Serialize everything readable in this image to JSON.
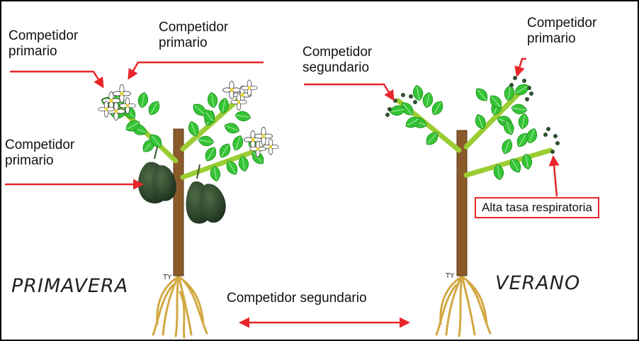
{
  "labels": {
    "left_primary_top": [
      "Competidor",
      "primario"
    ],
    "left_primary_top2": [
      "Competidor",
      "primario"
    ],
    "left_primary_mid": [
      "Competidor",
      "primario"
    ],
    "right_secondary": [
      "Competidor",
      "segundario"
    ],
    "right_primary": [
      "Competidor",
      "primario"
    ],
    "respiration": "Alta tasa respiratoria",
    "bottom_center": "Competidor segundario"
  },
  "seasons": {
    "left": "PRIMAVERA",
    "right": "VERANO"
  },
  "colors": {
    "arrow": "#e8262a",
    "trunk": "#8b5a2b",
    "leaf": "#3cc83c",
    "branch": "#9acd32",
    "fruit": "#2f4f2f",
    "root": "#d2a842"
  }
}
